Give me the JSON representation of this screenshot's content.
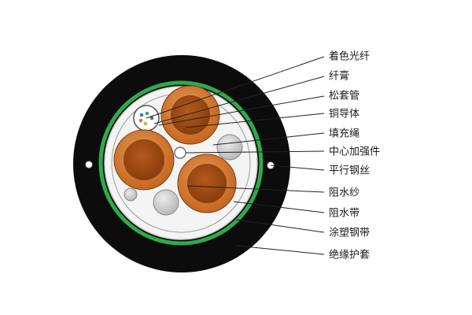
{
  "labels": [
    {
      "text": "着色光纤",
      "name": "label-colored-fiber"
    },
    {
      "text": "纤膏",
      "name": "label-fiber-gel"
    },
    {
      "text": "松套管",
      "name": "label-loose-tube"
    },
    {
      "text": "铜导体",
      "name": "label-copper-conductor"
    },
    {
      "text": "填充绳",
      "name": "label-filler-rope"
    },
    {
      "text": "中心加强件",
      "name": "label-central-strength-member"
    },
    {
      "text": "平行钢丝",
      "name": "label-parallel-steel-wire"
    },
    {
      "text": "阻水纱",
      "name": "label-water-blocking-yarn"
    },
    {
      "text": "阻水带",
      "name": "label-water-blocking-tape"
    },
    {
      "text": "涂塑钢带",
      "name": "label-coated-steel-tape"
    },
    {
      "text": "绝缘护套",
      "name": "label-insulating-sheath"
    }
  ],
  "colors": {
    "jacket": "#0c0c0c",
    "steel_tape": "#2eaa4a",
    "copper_insulation": "#d0762f",
    "copper_core": "#9b4a12",
    "filler": "#c8c8c8",
    "inner_fill": "#f4f4f4"
  }
}
